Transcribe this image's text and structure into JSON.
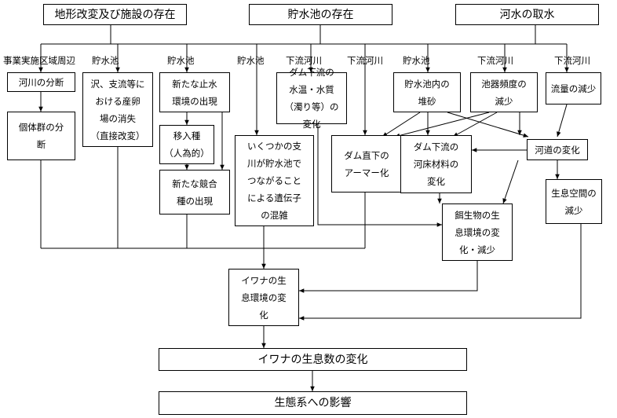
{
  "boxes": {
    "cause_land": "地形改変及び施設の存在",
    "cause_reservoir": "貯水池の存在",
    "cause_intake": "河水の取水",
    "river_split": "河川の分断",
    "pop_split": "個体群の分\n断",
    "spawn_loss": "沢、支流等に\nおける産卵\n場の消失\n（直接改変）",
    "new_habitat": "新たな止水\n環境の出現",
    "introduced": "移入種\n（人為的）",
    "competitor": "新たな競合\n種の出現",
    "gene_mix": "いくつかの支\n川が貯水池で\nつながること\nによる遺伝子\nの混雑",
    "water_quality": "ダム下流の\n水温・水質\n（濁り等）の\n変化",
    "sediment": "貯水池内の\n堆砂",
    "flush_freq": "池器頻度の\n減少",
    "flow_decrease": "流量の減少",
    "armor": "ダム直下の\nアーマー化",
    "bed_material": "ダム下流の\n河床材料の\n変化",
    "channel_change": "河道の変化",
    "living_space": "生息空間の\n減少",
    "bait_env": "餌生物の生\n息環境の変\n化・減少",
    "iwana_env": "イワナの生\n息環境の変\n化",
    "iwana_count": "イワナの生息数の変化",
    "eco_impact": "生態系への影響"
  },
  "labels": {
    "area_project": "事業実施区域周辺",
    "reservoir_1": "貯水池",
    "reservoir_2": "貯水池",
    "reservoir_3": "貯水池",
    "downstream_1": "下流河川",
    "downstream_2": "下流河川",
    "reservoir_4": "貯水池",
    "downstream_3": "下流河川",
    "downstream_4": "下流河川"
  }
}
